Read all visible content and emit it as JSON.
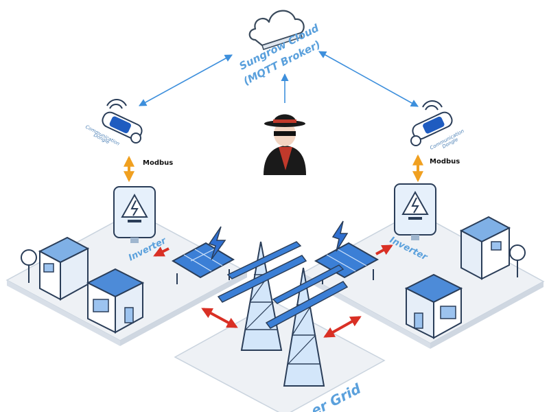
{
  "cloud": {
    "title": "Sungrow Cloud",
    "subtitle": "(MQTT Broker)"
  },
  "left": {
    "dongle_label_1": "Communication",
    "dongle_label_2": "Dongle",
    "protocol": "Modbus",
    "inverter": "Inverter"
  },
  "right": {
    "dongle_label_1": "Communication",
    "dongle_label_2": "Dongle",
    "protocol": "Modbus",
    "inverter": "Inverter"
  },
  "grid": {
    "label": "er Grid"
  },
  "colors": {
    "accent_blue": "#4a90d9",
    "arrow_red": "#d93025",
    "arrow_orange": "#f0a020",
    "platform": "#eef1f5"
  }
}
